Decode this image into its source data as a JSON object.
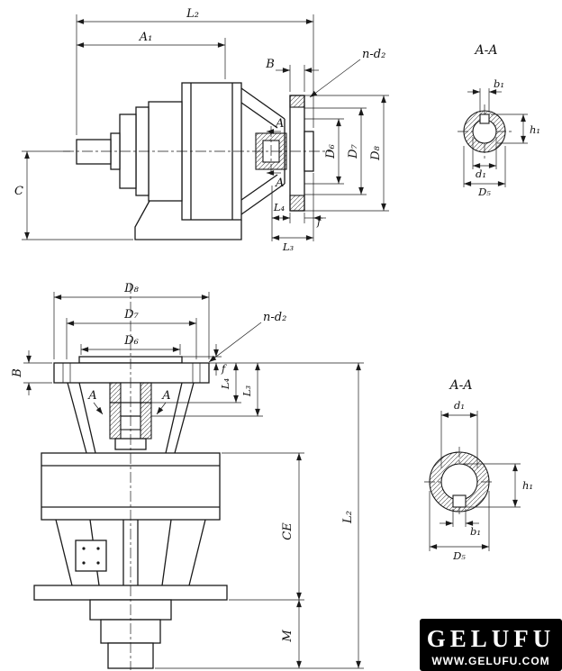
{
  "drawing": {
    "top": {
      "L2": "L₂",
      "A1": "A₁",
      "B": "B",
      "n_d2": "n-d₂",
      "C": "C",
      "D6": "D₆",
      "D7": "D₇",
      "D8": "D₈",
      "L4": "L₄",
      "f": "f",
      "L3": "L₃",
      "section_mark_upper": "A",
      "section_mark_lower": "A"
    },
    "top_section": {
      "title": "A-A",
      "b1": "b₁",
      "h1": "h₁",
      "d1": "d₁",
      "D5": "D₅"
    },
    "bottom": {
      "D8": "D₈",
      "D7": "D₇",
      "D6": "D₆",
      "B": "B",
      "n_d2": "n-d₂",
      "f": "f",
      "L4": "L₄",
      "L3": "L₃",
      "CE": "CE",
      "L2": "L₂",
      "M": "M",
      "section_mark_left": "A",
      "section_mark_right": "A"
    },
    "bottom_section": {
      "title": "A-A",
      "d1": "d₁",
      "h1": "h₁",
      "b1": "b₁",
      "D5": "D₅"
    }
  },
  "logo": {
    "brand": "GELUFU",
    "website": "WWW.GELUFU.COM"
  },
  "colors": {
    "line": "#1a1a1a",
    "background": "#ffffff",
    "logo_bg": "#000000",
    "logo_text": "#ffffff"
  }
}
